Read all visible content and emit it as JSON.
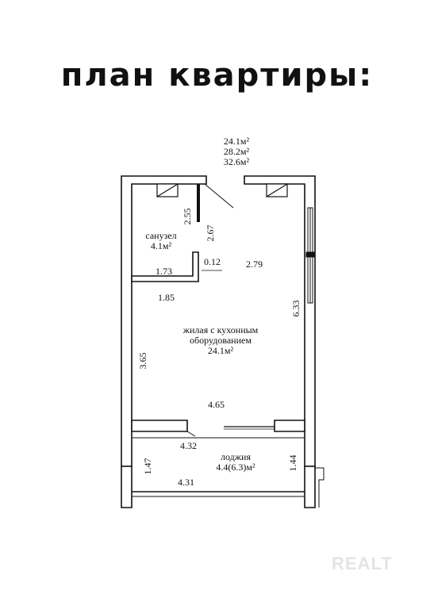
{
  "title": "план квартиры:",
  "areas": {
    "living": "24.1м²",
    "total": "28.2м²",
    "total_with_loggia": "32.6м²"
  },
  "bathroom": {
    "name": "санузел",
    "area": "4.1м²"
  },
  "main_room": {
    "line1": "жилая с кухонным",
    "line2": "оборудованием",
    "area": "24.1м²"
  },
  "loggia": {
    "name": "лоджия",
    "area": "4.4(6.3)м²"
  },
  "dimensions": {
    "d255": "2.55",
    "d267": "2.67",
    "d012": "0.12",
    "d279": "2.79",
    "d173": "1.73",
    "d185": "1.85",
    "d633": "6.33",
    "d365": "3.65",
    "d465": "4.65",
    "d432": "4.32",
    "d147": "1.47",
    "d144": "1.44",
    "d431": "4.31"
  },
  "watermark": "REALT"
}
